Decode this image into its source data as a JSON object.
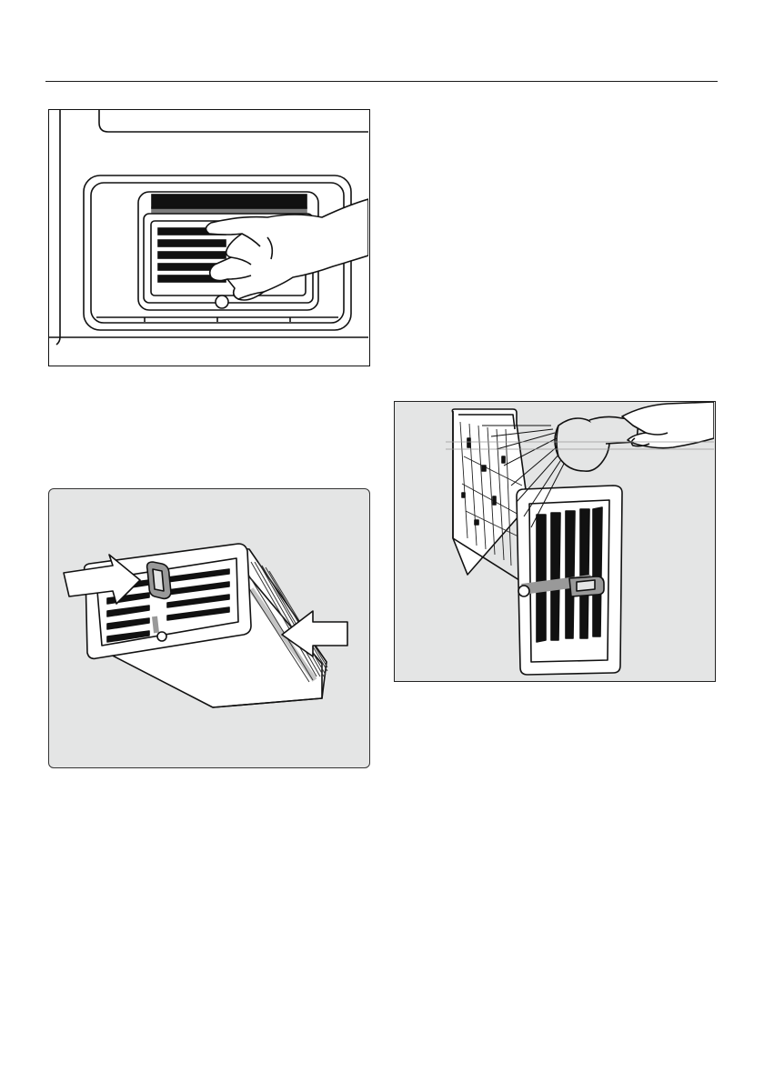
{
  "page": {
    "figures": [
      {
        "id": "remove-filter",
        "icons": [
          "hand-icon",
          "filter-icon",
          "drawer-icon"
        ]
      },
      {
        "id": "insert-filter",
        "icons": [
          "arrow-right-icon",
          "arrow-left-icon",
          "filter-icon"
        ]
      },
      {
        "id": "rinse-filter",
        "icons": [
          "shower-head-icon",
          "water-spray-icon",
          "filter-icon"
        ]
      }
    ]
  },
  "colors": {
    "line": "#111111",
    "panel_background": "#e4e5e5",
    "page_background": "#ffffff"
  }
}
